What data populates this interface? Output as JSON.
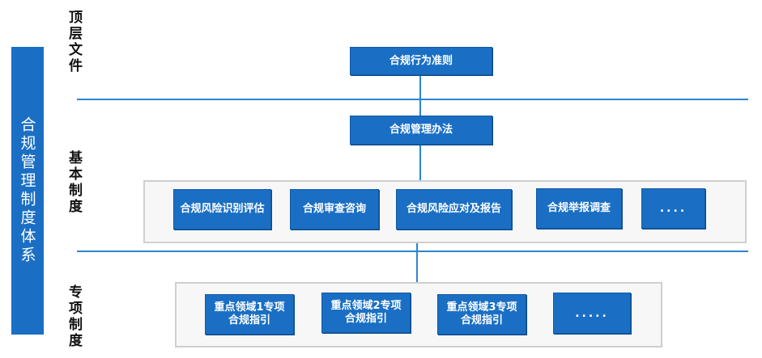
{
  "sidebar": {
    "title": "合规管理制度体系"
  },
  "levels": {
    "top": "顶层文件",
    "basic": "基本制度",
    "special": "专项制度"
  },
  "top_doc": "合规行为准则",
  "basic_doc": "合规管理办法",
  "basic_items": [
    "合规风险识别评估",
    "合规审查咨询",
    "合规风险应对及报告",
    "合规举报调查",
    "...."
  ],
  "special_items": [
    "重点领域1专项\n合规指引",
    "重点领域2专项\n合规指引",
    "重点领域3专项\n合规指引",
    "....."
  ]
}
